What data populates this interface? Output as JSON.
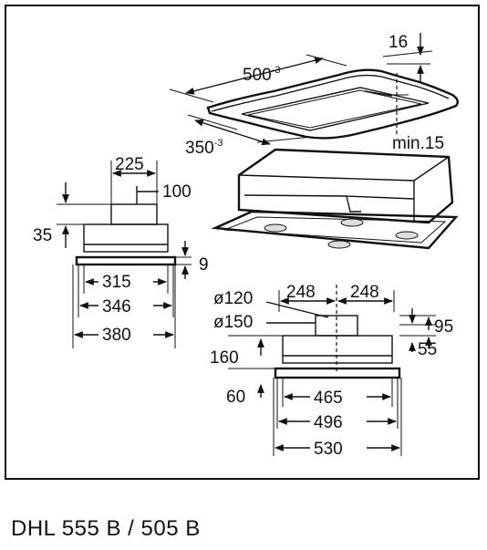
{
  "model_label": "DHL 555 B / 505 B",
  "top_view": {
    "width_value": "500",
    "width_tolerance": "-3",
    "depth_value": "350",
    "depth_tolerance": "-3",
    "edge_value": "16",
    "min_label": "min.15"
  },
  "side_view": {
    "top_width": "225",
    "chimney_height": "100",
    "body_height": "35",
    "panel_thickness": "9",
    "dim_a": "315",
    "dim_b": "346",
    "dim_c": "380"
  },
  "front_view": {
    "dia_inner": "ø120",
    "dia_outer": "ø150",
    "half_left": "248",
    "half_right": "248",
    "height_left": "160",
    "bottom_gap": "60",
    "height_right_upper": "95",
    "height_right_lower": "55",
    "width_a": "465",
    "width_b": "496",
    "width_c": "530"
  },
  "colors": {
    "line": "#111111",
    "background": "#ffffff"
  }
}
